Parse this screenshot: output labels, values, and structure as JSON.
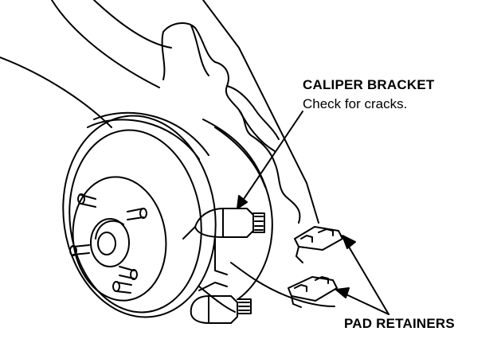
{
  "labels": {
    "caliper_bracket": "CALIPER BRACKET",
    "caliper_bracket_note": "Check for cracks.",
    "pad_retainers": "PAD RETAINERS"
  },
  "colors": {
    "line": "#000000",
    "background": "#ffffff"
  }
}
